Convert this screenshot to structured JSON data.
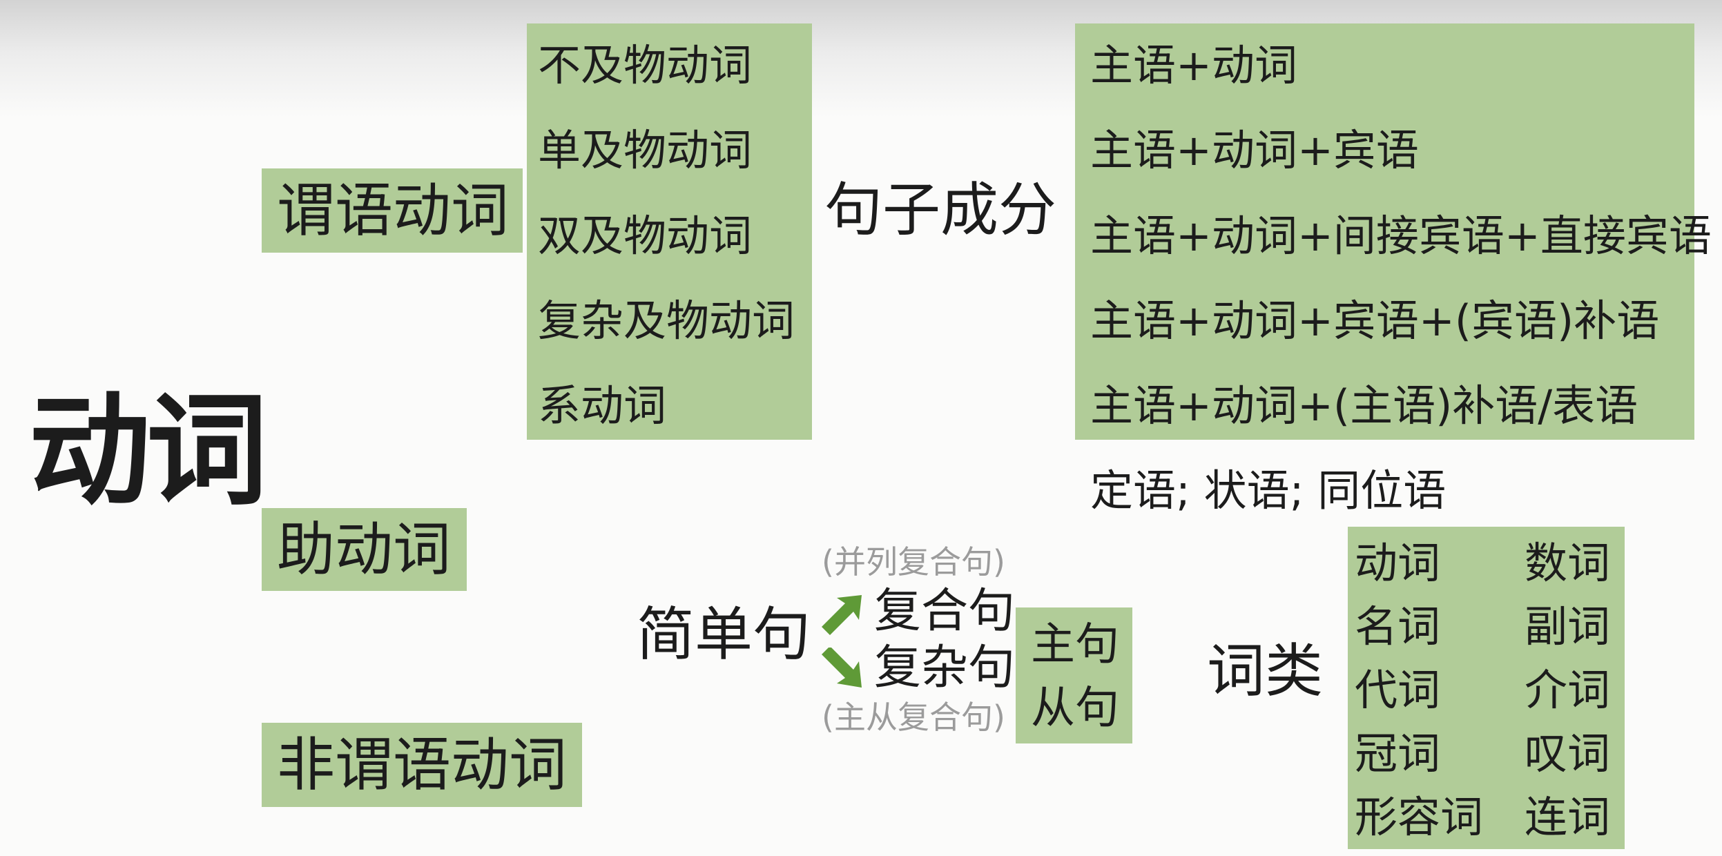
{
  "main_title": "动词",
  "categories": {
    "predicate": "谓语动词",
    "auxiliary": "助动词",
    "non_predicate": "非谓语动词"
  },
  "verb_types": [
    "不及物动词",
    "单及物动词",
    "双及物动词",
    "复杂及物动词",
    "系动词"
  ],
  "sentence_components": {
    "label": "句子成分",
    "patterns": [
      "主语+动词",
      "主语+动词+宾语",
      "主语+动词+间接宾语+直接宾语",
      "主语+动词+宾语+(宾语)补语",
      "主语+动词+(主语)补语/表语"
    ],
    "others": "定语; 状语; 同位语"
  },
  "sentences": {
    "simple": "简单句",
    "compound": "复合句",
    "compound_note": "(并列复合句)",
    "complex": "复杂句",
    "complex_note": "(主从复合句)",
    "clauses": [
      "主句",
      "从句"
    ],
    "arrow_color": "#5f9a37"
  },
  "word_classes": {
    "label": "词类",
    "left": [
      "动词",
      "名词",
      "代词",
      "冠词",
      "形容词"
    ],
    "right": [
      "数词",
      "副词",
      "介词",
      "叹词",
      "连词"
    ]
  },
  "colors": {
    "box_green": "#b1cc98",
    "arrow_green": "#5f9a37",
    "note_gray": "#9b9b9b"
  }
}
